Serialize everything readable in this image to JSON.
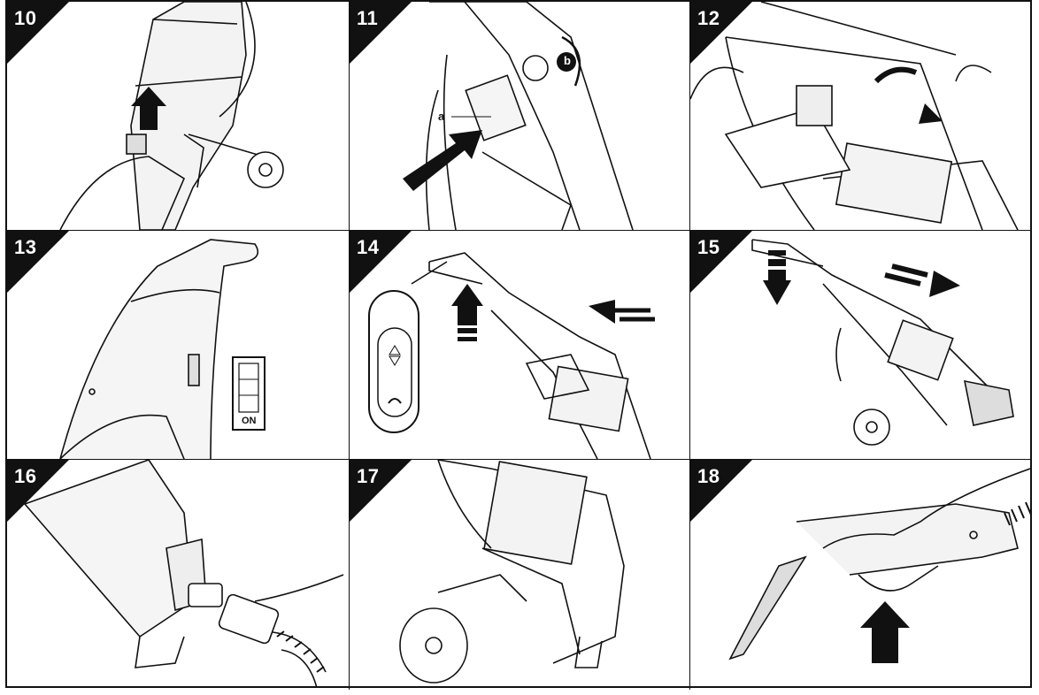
{
  "panels": [
    {
      "number": "10"
    },
    {
      "number": "11",
      "callouts": [
        "a",
        "b"
      ]
    },
    {
      "number": "12"
    },
    {
      "number": "13",
      "switch_label": "ON"
    },
    {
      "number": "14"
    },
    {
      "number": "15"
    },
    {
      "number": "16"
    },
    {
      "number": "17"
    },
    {
      "number": "18"
    }
  ],
  "icons": {
    "arrow": "arrow-icon",
    "switch": "power-switch-icon",
    "button": "spray-button-icon"
  },
  "colors": {
    "ink": "#111111",
    "paper": "#ffffff",
    "fill": "#e8e8e8"
  }
}
